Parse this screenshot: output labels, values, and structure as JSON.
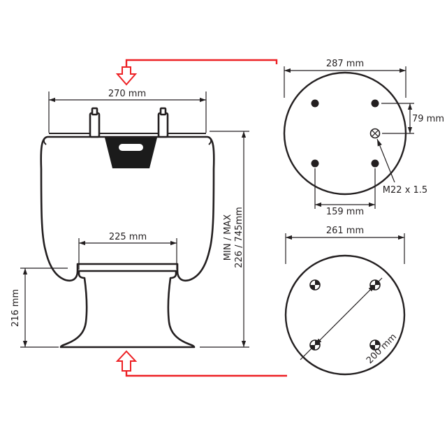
{
  "drawing": {
    "side_view": {
      "top_width": "270 mm",
      "piston_width": "225 mm",
      "piston_height": "216 mm",
      "height_label": "MIN / MAX",
      "height_value": "226 / 745mm"
    },
    "top_view": {
      "diameter": "287 mm",
      "port_offset": "79 mm",
      "thread": "M22 x 1.5",
      "stud_spacing": "159 mm"
    },
    "bottom_view": {
      "diameter": "261 mm",
      "bolt_diagonal": "200 mm"
    },
    "colors": {
      "line": "#231f20",
      "accent": "#ed2024",
      "background": "#ffffff"
    }
  }
}
